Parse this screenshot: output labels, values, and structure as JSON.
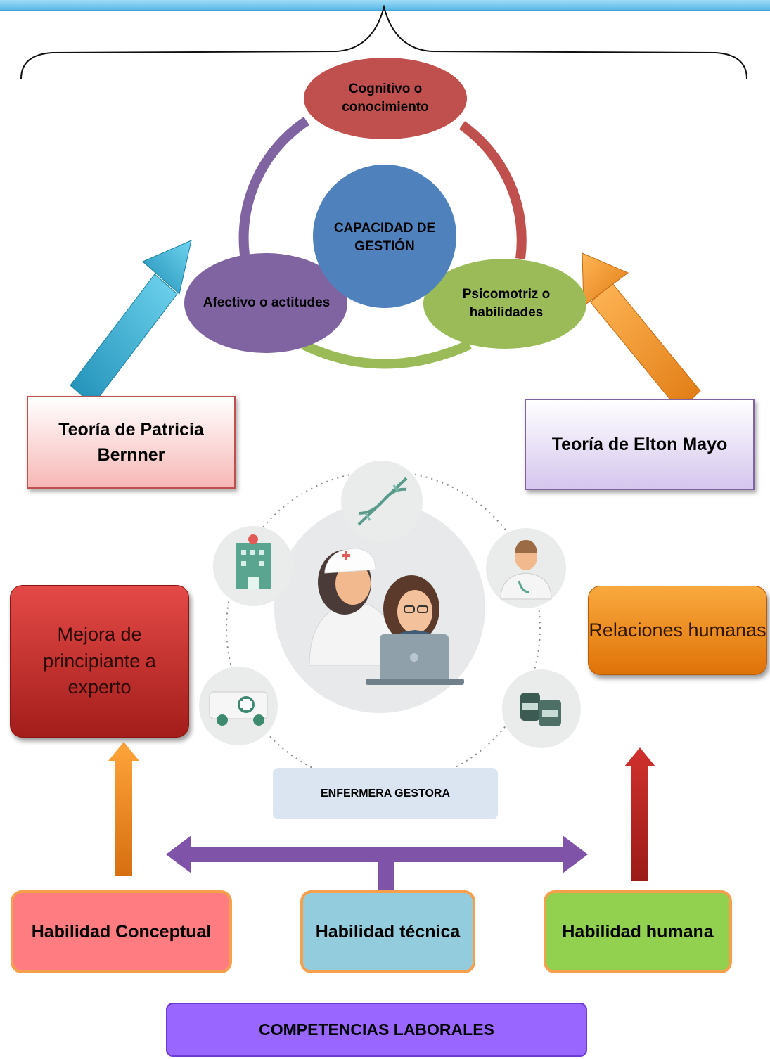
{
  "cycle": {
    "center": "CAPACIDAD DE GESTIÓN",
    "top": "Cognitivo o conocimiento",
    "left": "Afectivo  o actitudes",
    "right": "Psicomotriz o habilidades"
  },
  "theories": {
    "left": "Teoría de Patricia Bernner",
    "right": "Teoría de Elton Mayo"
  },
  "outcomes": {
    "left": "Mejora de principiante a experto",
    "right": "Relaciones humanas"
  },
  "nurse_label": "ENFERMERA GESTORA",
  "skills": {
    "conceptual": "Habilidad Conceptual",
    "technical": "Habilidad técnica",
    "human": "Habilidad humana"
  },
  "footer": "COMPETENCIAS LABORALES",
  "icons": [
    "dna-icon",
    "hospital-icon",
    "doctor-icon",
    "ambulance-icon",
    "medicine-jars-icon",
    "nurse-manager-illustration"
  ],
  "colors": {
    "cognitive": "#c0504d",
    "affective": "#8064a2",
    "psychomotor": "#9bbb59",
    "center": "#4f81bd",
    "arrow_blue": "#3ab0d4",
    "arrow_orange": "#f29a2e"
  }
}
